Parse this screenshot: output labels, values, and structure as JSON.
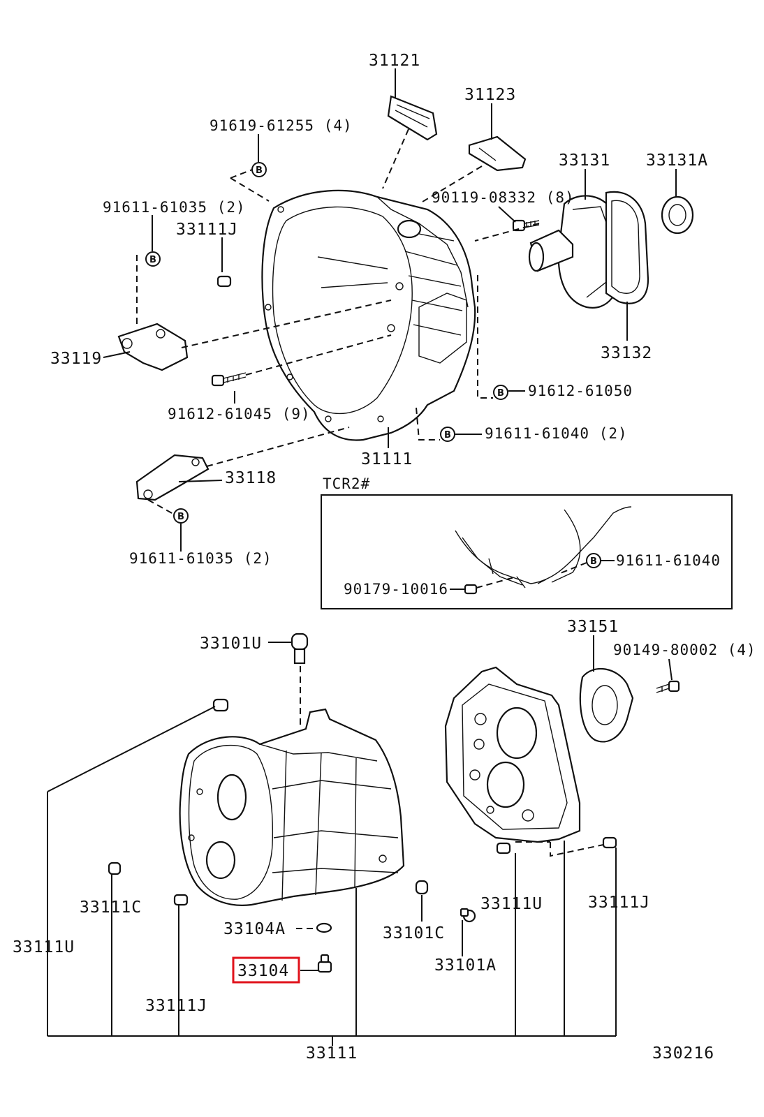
{
  "labels": {
    "p31121": "31121",
    "p31123": "31123",
    "p91619": "91619-61255 (4)",
    "p33131": "33131",
    "p33131A": "33131A",
    "p91611_top": "91611-61035 (2)",
    "p33111J_top": "33111J",
    "p90119": "90119-08332 (8)",
    "p33119": "33119",
    "p33132": "33132",
    "p91612_61050": "91612-61050",
    "p91612_61045": "91612-61045 (9)",
    "p91611_61040": "91611-61040 (2)",
    "p31111": "31111",
    "p33118": "33118",
    "p91611_bottom": "91611-61035 (2)",
    "p33151": "33151",
    "p90149": "90149-80002 (4)",
    "p33101U": "33101U",
    "p33111C": "33111C",
    "p33111U_left": "33111U",
    "p33104A": "33104A",
    "p33104": "33104",
    "p33101C": "33101C",
    "p33111U_right": "33111U",
    "p33111J_right": "33111J",
    "p33101A": "33101A",
    "p33111J_bottom": "33111J",
    "p33111_bottom": "33111",
    "diagram_code": "330216"
  },
  "inset": {
    "title": "TCR2#",
    "p91611_61040": "91611-61040",
    "p90179": "90179-10016"
  },
  "markers": {
    "bolt_mark": "B"
  },
  "colors": {
    "highlight": "#e0121b",
    "ink": "#111111"
  }
}
